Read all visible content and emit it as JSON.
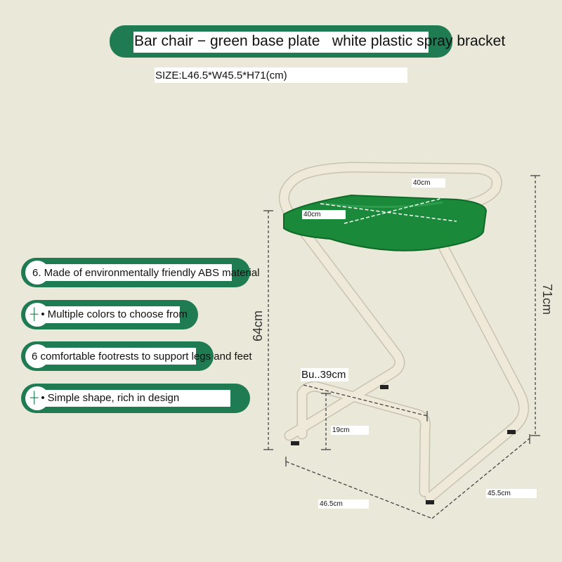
{
  "header": {
    "title": "Bar chair − green base plate   white plastic spray bracket",
    "size": "SIZE:L46.5*W45.5*H71(cm)"
  },
  "features": [
    {
      "text": "6. Made of environmentally friendly ABS material",
      "bullet": ""
    },
    {
      "text": "Multiple colors to choose from",
      "bullet": "•"
    },
    {
      "text": "6 comfortable footrests to support legs and feet",
      "bullet": ""
    },
    {
      "text": "Simple shape, rich in design",
      "bullet": "•"
    }
  ],
  "dimensions": {
    "seat_depth": "40cm",
    "seat_width": "40cm",
    "seat_height": "64cm",
    "total_height": "71cm",
    "footrest_width": "Bu..39cm",
    "footrest_height": "19cm",
    "length": "46.5cm",
    "width": "45.5cm"
  },
  "colors": {
    "accent": "#1f7b52",
    "background": "#e9e8d9",
    "seat": "#1a8a3a",
    "frame": "#ece6d6"
  }
}
